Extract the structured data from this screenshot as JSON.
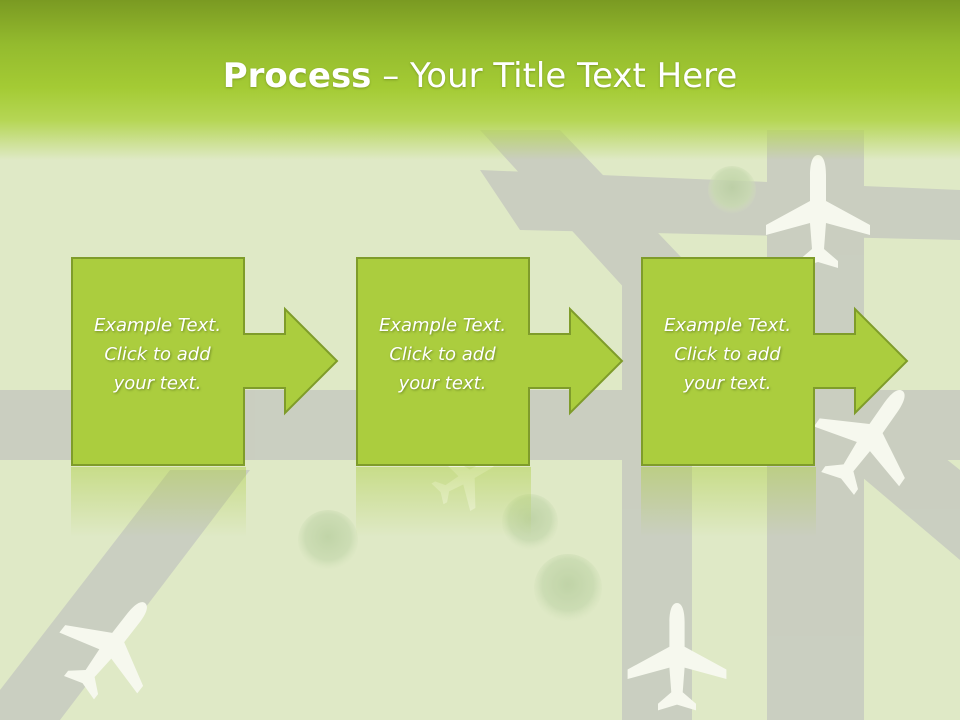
{
  "slide": {
    "title_bold": "Process",
    "title_rest": " – Your Title Text Here"
  },
  "colors": {
    "header_green": "#94bb2e",
    "box_fill": "#abcd3e",
    "box_border": "#7f9c2a",
    "background": "#dfe9c6",
    "runway": "#c8ccc0",
    "plane": "#f6f8ee"
  },
  "steps": [
    {
      "line1": "Example Text.",
      "line2": "Click  to add",
      "line3": "your text."
    },
    {
      "line1": "Example Text.",
      "line2": "Click  to add",
      "line3": "your text."
    },
    {
      "line1": "Example Text.",
      "line2": "Click  to add",
      "line3": "your text."
    }
  ],
  "background_icons": [
    "airplane-icon",
    "airplane-icon",
    "airplane-icon",
    "airplane-icon",
    "airplane-icon"
  ]
}
